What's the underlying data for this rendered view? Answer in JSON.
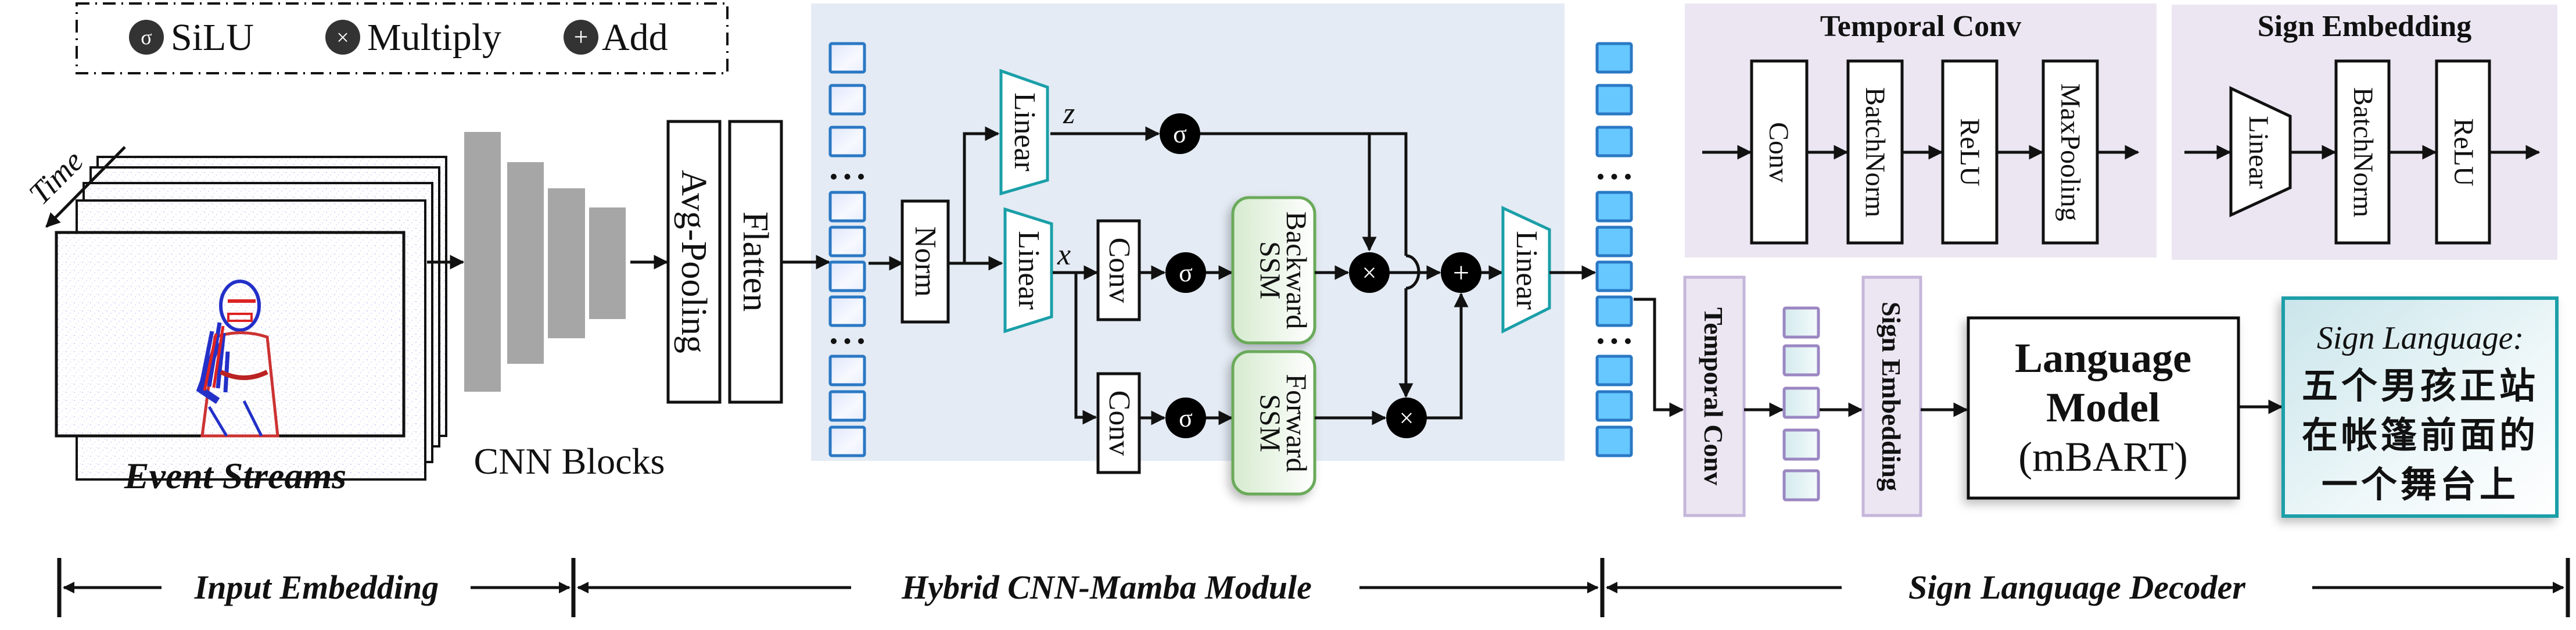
{
  "legend": {
    "items": [
      {
        "symbol": "σ",
        "icon": "silu-icon",
        "label": "SiLU"
      },
      {
        "symbol": "×",
        "icon": "multiply-icon",
        "label": "Multiply"
      },
      {
        "symbol": "+",
        "icon": "add-icon",
        "label": "Add"
      }
    ]
  },
  "input_embedding": {
    "time_label": "Time",
    "frames_label": "Event Streams",
    "cnn_label": "CNN Blocks",
    "avgpool_label": "Avg-Pooling",
    "flatten_label": "Flatten"
  },
  "mamba": {
    "norm_label": "Norm",
    "linear_label": "Linear",
    "z_label": "z",
    "x_label": "x",
    "conv_label": "Conv",
    "silu_symbol": "σ",
    "mul_symbol": "×",
    "add_symbol": "+",
    "backward_ssm": [
      "Backward",
      "SSM"
    ],
    "forward_ssm": [
      "Forward",
      "SSM"
    ],
    "ellipsis": "• • •"
  },
  "temporal_conv_panel": {
    "title": "Temporal Conv",
    "blocks": [
      "Conv",
      "BatchNorm",
      "ReLU",
      "MaxPooling"
    ]
  },
  "sign_embedding_panel": {
    "title": "Sign Embedding",
    "blocks": [
      "Linear",
      "BatchNorm",
      "ReLU"
    ]
  },
  "decoder": {
    "temporal_conv_label": "Temporal Conv",
    "sign_embedding_label": "Sign Embedding",
    "lm_lines": [
      "Language",
      "Model",
      "(mBART)"
    ],
    "output_title": "Sign Language:",
    "output_lines": [
      "五个男孩正站",
      "在帐篷前面的",
      "一个舞台上"
    ]
  },
  "stages": [
    {
      "label": "Input Embedding"
    },
    {
      "label": "Hybrid CNN-Mamba Module"
    },
    {
      "label": "Sign Language Decoder"
    }
  ],
  "colors": {
    "mamba_panel_bg": "#e4ebf4",
    "decoder_panel_bg": "#ebe6f2",
    "decoder_box_border": "#c5b6da",
    "token_border": "#2a78c4",
    "token_filled": "#66c8ff",
    "linear_border": "#1a9fa8",
    "ssm_border": "#6aaa5a",
    "ssm_fill": "#dcefd6",
    "cnn_gray": "#a6a6a6",
    "output_border": "#1a9fa8",
    "output_fill": "#cfe8ec"
  }
}
